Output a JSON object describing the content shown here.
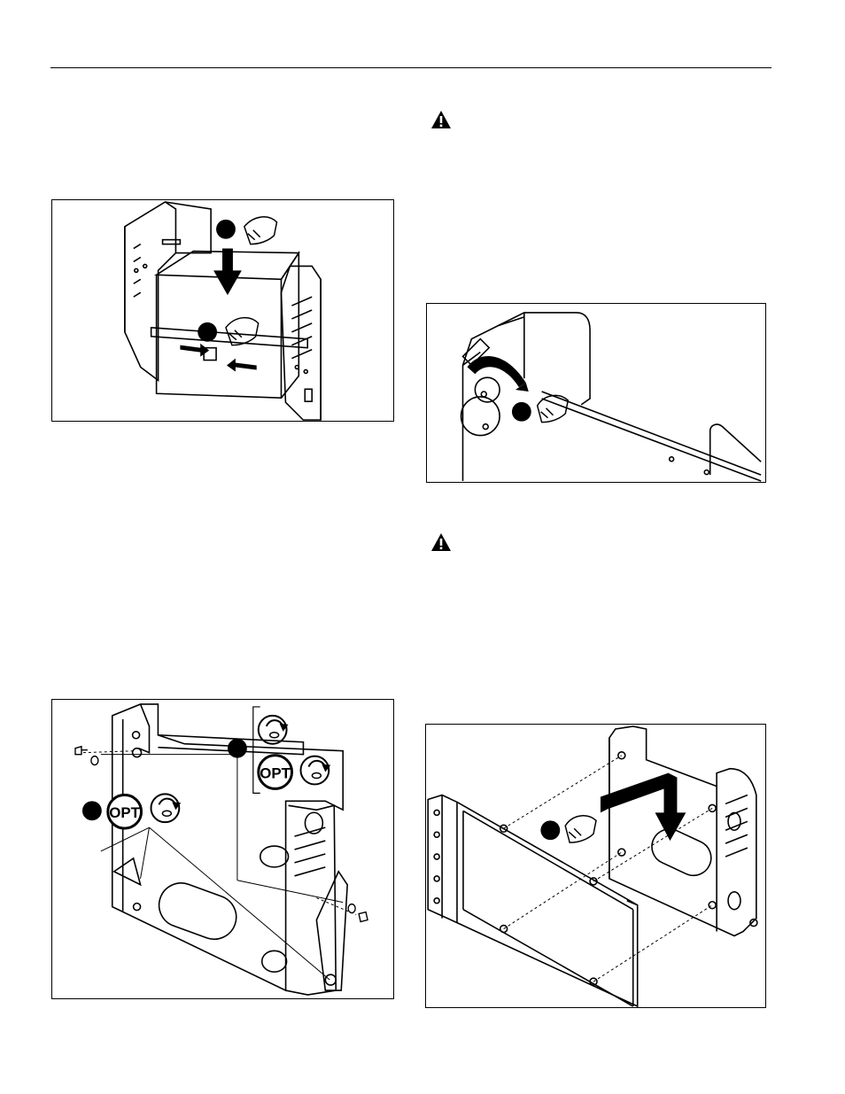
{
  "page": {
    "figures": [
      {
        "id": "fig-1",
        "description_icons": [
          "hand-icon",
          "hand-icon",
          "down-arrow-icon"
        ]
      },
      {
        "id": "fig-2",
        "description_icons": [
          "opt-badge",
          "rotate-icon",
          "opt-badge",
          "rotate-icon",
          "rotate-icon"
        ]
      },
      {
        "id": "fig-3",
        "description_icons": [
          "hand-icon",
          "rotate-arrow-icon"
        ]
      },
      {
        "id": "fig-4",
        "description_icons": [
          "hand-icon",
          "bent-arrow-icon"
        ]
      }
    ],
    "badges": {
      "opt_label": "OPT"
    },
    "colors": {
      "ink": "#000000",
      "paper": "#ffffff"
    }
  }
}
